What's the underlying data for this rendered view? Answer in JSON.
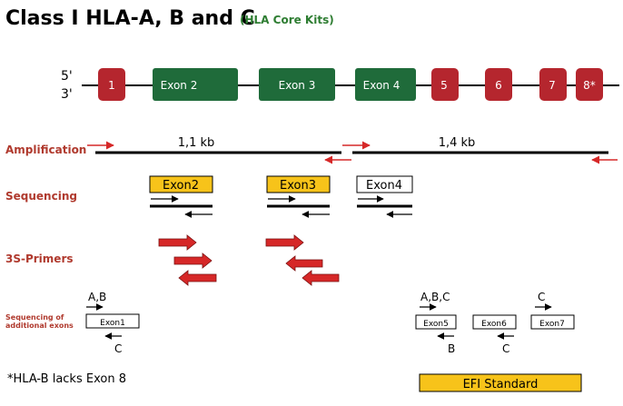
{
  "title": "Class I HLA-A, B and C",
  "subtitle": "(HLA Core Kits)",
  "strand_labels": {
    "five_prime": "5'",
    "three_prime": "3'"
  },
  "exons": [
    {
      "label": "1",
      "color": "#b5262e"
    },
    {
      "label": "Exon 2",
      "color": "#1f6b3a"
    },
    {
      "label": "Exon 3",
      "color": "#1f6b3a"
    },
    {
      "label": "Exon 4",
      "color": "#1f6b3a"
    },
    {
      "label": "5",
      "color": "#b5262e"
    },
    {
      "label": "6",
      "color": "#b5262e"
    },
    {
      "label": "7",
      "color": "#b5262e"
    },
    {
      "label": "8*",
      "color": "#b5262e"
    }
  ],
  "rows": {
    "amplification": "Amplification",
    "sequencing": "Sequencing",
    "primers": "3S-Primers",
    "additional_line1": "Sequencing of",
    "additional_line2": "additional exons"
  },
  "amplicons": [
    {
      "label": "1,1 kb"
    },
    {
      "label": "1,4 kb"
    }
  ],
  "sequencing_boxes": [
    {
      "label": "Exon2",
      "highlight": true
    },
    {
      "label": "Exon3",
      "highlight": true
    },
    {
      "label": "Exon4",
      "highlight": false
    }
  ],
  "additional_exons": [
    {
      "label": "Exon1",
      "forward": "A,B",
      "reverse": "C"
    },
    {
      "label": "Exon5",
      "forward": "A,B,C",
      "reverse": "B"
    },
    {
      "label": "Exon6",
      "forward": "",
      "reverse": "C"
    },
    {
      "label": "Exon7",
      "forward": "C",
      "reverse": ""
    }
  ],
  "footnote": "*HLA-B lacks Exon 8",
  "standard_label": "EFI Standard",
  "colors": {
    "green": "#1f6b3a",
    "red_exon": "#b5262e",
    "primer_red": "#d62828",
    "label_red": "#b03a2e",
    "highlight": "#f7c31a",
    "subtitle_green": "#2e7d32"
  }
}
